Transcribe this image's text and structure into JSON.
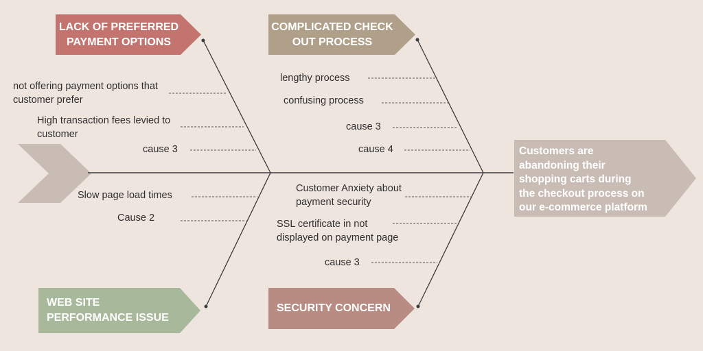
{
  "colors": {
    "background": "#efe5df",
    "payment": "#c3746e",
    "checkout": "#b0a08a",
    "performance": "#a8b99b",
    "security": "#b88c82",
    "effect": "#c8bcb5",
    "spine": "#3a3a3a"
  },
  "categories": {
    "payment": {
      "line1": "LACK OF PREFERRED",
      "line2": "PAYMENT OPTIONS"
    },
    "checkout": {
      "line1": "COMPLICATED CHECK",
      "line2": "OUT PROCESS"
    },
    "performance": {
      "line1": "WEB SITE",
      "line2": "PERFORMANCE ISSUE"
    },
    "security": {
      "line1": "SECURITY CONCERN"
    }
  },
  "causes": {
    "payment": [
      {
        "line1": "not offering payment options that",
        "line2": "customer prefer"
      },
      {
        "line1": "High transaction fees levied to",
        "line2": "customer"
      },
      {
        "line1": "cause 3"
      }
    ],
    "checkout": [
      {
        "line1": "lengthy process"
      },
      {
        "line1": "confusing process"
      },
      {
        "line1": "cause 3"
      },
      {
        "line1": "cause 4"
      }
    ],
    "performance": [
      {
        "line1": "Slow page load times"
      },
      {
        "line1": "Cause 2"
      }
    ],
    "security": [
      {
        "line1": "Customer Anxiety about",
        "line2": "payment security"
      },
      {
        "line1": "SSL certificate in not",
        "line2": "displayed on payment page"
      },
      {
        "line1": "cause 3"
      }
    ]
  },
  "effect": {
    "line1": "Customers are",
    "line2": "abandoning their",
    "line3": "shopping carts during",
    "line4": "the checkout process on",
    "line5": "our e-commerce platform"
  }
}
